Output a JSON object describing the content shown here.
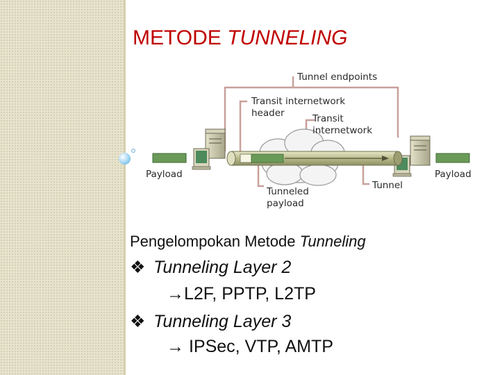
{
  "slide": {
    "title_plain": "METODE ",
    "title_italic": "TUNNELING",
    "subtitle_plain": "Pengelompokan Metode ",
    "subtitle_italic": "Tunneling",
    "bullets": [
      {
        "mark": "❖",
        "label": "Tunneling Layer 2",
        "detail_arrow": "→",
        "detail": "L2F, PPTP, L2TP"
      },
      {
        "mark": "❖",
        "label": "Tunneling Layer 3",
        "detail_arrow": "→",
        "detail": " IPSec, VTP, AMTP"
      }
    ]
  },
  "diagram": {
    "labels": {
      "tunnel_endpoints": "Tunnel endpoints",
      "transit_header_1": "Transit internetwork",
      "transit_header_2": "header",
      "transit_net_1": "Transit",
      "transit_net_2": "internetwork",
      "payload_left": "Payload",
      "payload_right": "Payload",
      "tunneled_1": "Tunneled",
      "tunneled_2": "payload",
      "tunnel": "Tunnel"
    },
    "colors": {
      "title": "#c00000",
      "leader_line": "#c8a09a",
      "payload_box": "#6a9a58",
      "tunnel_pipe": "#c2c49a",
      "computer": "#c9c7a9"
    }
  }
}
